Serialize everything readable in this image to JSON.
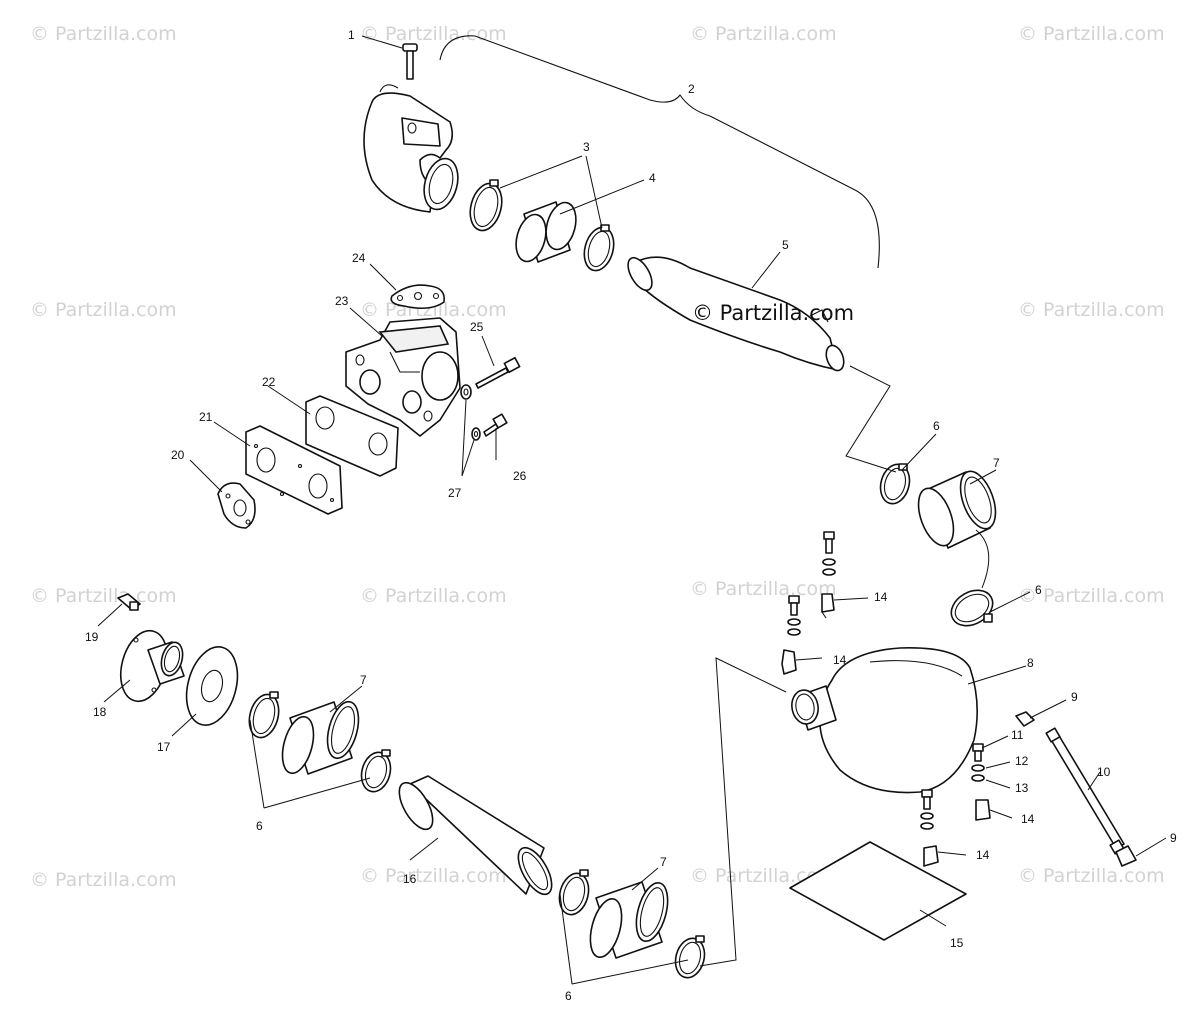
{
  "watermark": "© Partzilla.com",
  "center_watermark": "© Partzilla.com",
  "callouts": {
    "c1": "1",
    "c2": "2",
    "c3": "3",
    "c4": "4",
    "c5": "5",
    "c6a": "6",
    "c6b": "6",
    "c6c": "6",
    "c6d": "6",
    "c7a": "7",
    "c7b": "7",
    "c7c": "7",
    "c8": "8",
    "c9a": "9",
    "c9b": "9",
    "c10": "10",
    "c11": "11",
    "c12": "12",
    "c13": "13",
    "c14a": "14",
    "c14b": "14",
    "c14c": "14",
    "c14d": "14",
    "c15": "15",
    "c16": "16",
    "c17": "17",
    "c18": "18",
    "c19": "19",
    "c20": "20",
    "c21": "21",
    "c22": "22",
    "c23": "23",
    "c24": "24",
    "c25": "25",
    "c26": "26",
    "c27": "27"
  }
}
